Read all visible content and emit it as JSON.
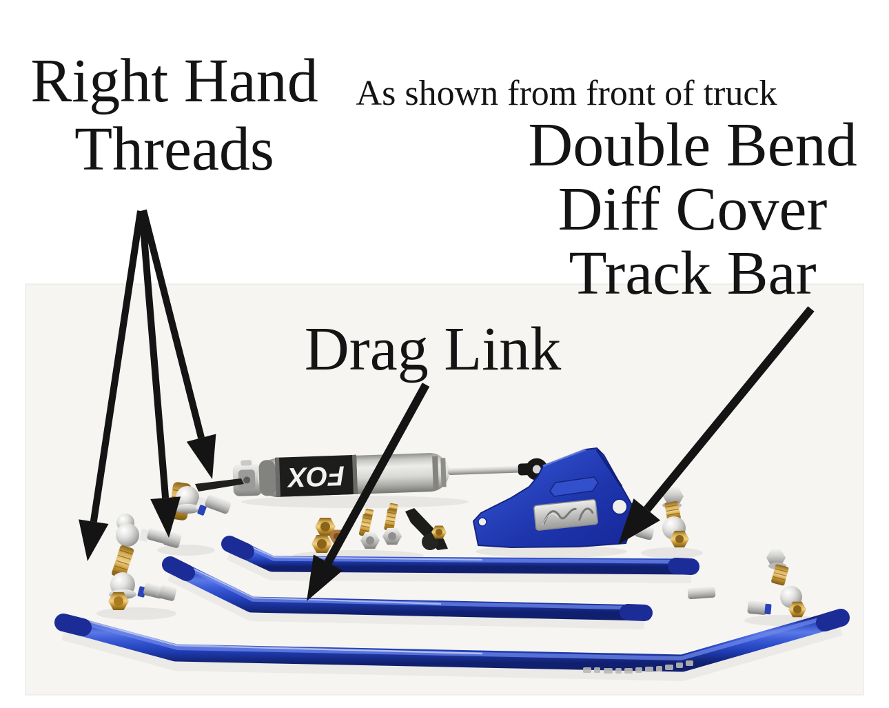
{
  "annotations": {
    "right_hand_threads": {
      "line1": "Right Hand",
      "line2": "Threads"
    },
    "view_note": "As shown from front of truck",
    "track_bar_label": {
      "line1": "Double Bend",
      "line2": "Diff Cover",
      "line3": "Track Bar"
    },
    "drag_link_label": "Drag Link"
  },
  "photo": {
    "shock_brand_logo": "FOX",
    "background_color": "#f6f5f2",
    "bar_blue": "#2443c4",
    "bracket_blue": "#1e35ac",
    "brass_color": "#c3922f",
    "silver_color": "#c9c9c7",
    "annotation_black": "#141414"
  }
}
